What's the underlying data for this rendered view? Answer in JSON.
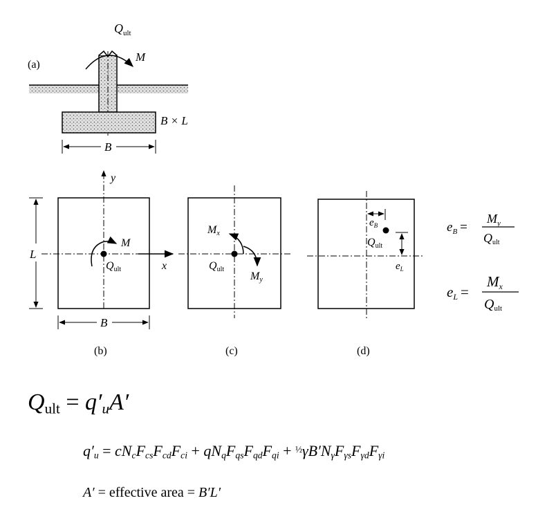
{
  "panel_labels": {
    "a": "(a)",
    "b": "(b)",
    "c": "(c)",
    "d": "(d)"
  },
  "panel_a": {
    "load": "Q",
    "load_sub": "ult",
    "moment": "M",
    "footing_size": "B × L",
    "width": "B"
  },
  "panel_b": {
    "axis_y": "y",
    "axis_x": "x",
    "moment": "M",
    "load": "Q",
    "load_sub": "ult",
    "length": "L",
    "width": "B"
  },
  "panel_c": {
    "moment_x": "M",
    "moment_x_sub": "x",
    "moment_y": "M",
    "moment_y_sub": "y",
    "load": "Q",
    "load_sub": "ult"
  },
  "panel_d": {
    "ecc_b": "e",
    "ecc_b_sub": "B",
    "ecc_l": "e",
    "ecc_l_sub": "L",
    "load": "Q",
    "load_sub": "ult"
  },
  "eccentricity": {
    "eb_lhs": "e",
    "eb_lhs_sub": "B",
    "eb_num": "M",
    "eb_num_sub": "y",
    "eb_den": "Q",
    "eb_den_sub": "ult",
    "el_lhs": "e",
    "el_lhs_sub": "L",
    "el_num": "M",
    "el_num_sub": "x",
    "el_den": "Q",
    "el_den_sub": "ult"
  },
  "equations": {
    "main": {
      "lhs": "Q",
      "lhs_sub": "ult",
      "rhs_q": "q′",
      "rhs_q_sub": "u",
      "rhs_a": "A′"
    },
    "qu": {
      "lhs": "q′",
      "lhs_sub": "u",
      "t1": "cN",
      "t1_s1": "c",
      "t1_f": "F",
      "t1_s2": "cs",
      "t1_s3": "cd",
      "t1_s4": "ci",
      "t2": "qN",
      "t2_s1": "q",
      "t2_s2": "qs",
      "t2_s3": "qd",
      "t2_s4": "qi",
      "half": "½",
      "t3": "γB′N",
      "t3_s1": "γ",
      "t3_s2": "γs",
      "t3_s3": "γd",
      "t3_s4": "γi"
    },
    "area": {
      "lhs": "A′",
      "mid": "effective area",
      "rhs": "B′L′"
    }
  },
  "colors": {
    "soil": "#c8c8c8",
    "footing": "#bdbdbd"
  }
}
